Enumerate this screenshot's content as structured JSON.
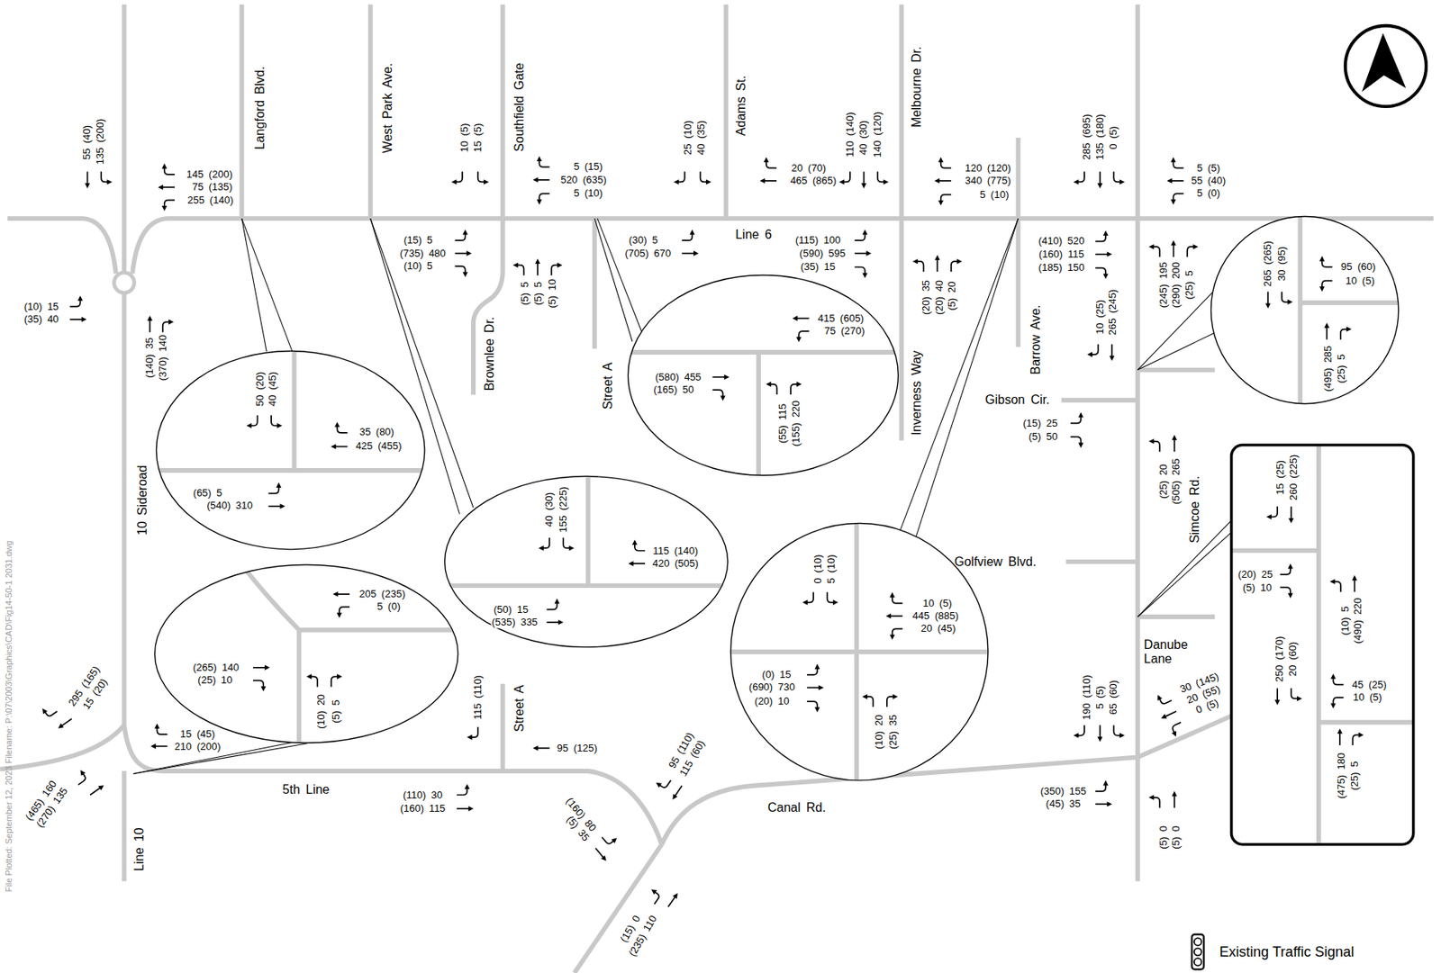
{
  "diagram": {
    "nodes": [
      {
        "text": [
          "50 (20)",
          "40 (45)",
          "35 (80)",
          "425 (455)",
          "(65) 5",
          "(540) 310"
        ]
      },
      {
        "text": [
          "40 (30)",
          "155 (225)",
          "115 (140)",
          "420 (505)",
          "(50) 15",
          "(535) 335"
        ]
      },
      {
        "text": [
          "415 (605)",
          "75 (270)",
          "(580) 455",
          "(165) 50",
          "(55) 115",
          "(155) 220"
        ]
      },
      {
        "text": [
          "0 (10)",
          "5 (10)",
          "10 (5)",
          "445 (885)",
          "20 (45)",
          "(0) 15",
          "(690) 730",
          "(20) 10",
          "(10) 20",
          "(25) 35"
        ]
      },
      {
        "text": [
          "265 (265)",
          "30 (95)",
          "95 (60)",
          "10 (5)",
          "(495) 285",
          "(25) 5"
        ]
      },
      {
        "text": [
          "15 (25)",
          "260 (225)",
          "(20) 25",
          "(5) 10",
          "(10) 5",
          "(490) 220",
          "250 (170)",
          "20 (60)",
          "45 (25)",
          "10 (5)",
          "(475) 180",
          "(25) 5"
        ]
      },
      {
        "text": [
          "205 (235)",
          "5 (0)",
          "(265) 140",
          "(25) 10",
          "(10) 20",
          "(5) 5"
        ]
      }
    ],
    "labels": [
      "55 (40)",
      "135 (200)",
      "145 (200)",
      "75 (135)",
      "255 (140)",
      "(10) 15",
      "(35) 40",
      "(140) 35",
      "(370) 140",
      "Langford Blvd.",
      "West Park Ave.",
      "10 (5)",
      "15 (5)",
      "Southfield Gate",
      "5 (15)",
      "520 (635)",
      "5 (10)",
      "(15) 5",
      "(735) 480",
      "(10) 5",
      "Brownlee Dr.",
      "(5) 5",
      "(5) 5",
      "(5) 10",
      "Street A",
      "(30) 5",
      "(705) 670",
      "Line 6",
      "25 (10)",
      "40 (35)",
      "Adams St.",
      "20 (70)",
      "465 (865)",
      "110 (140)",
      "40 (30)",
      "140 (120)",
      "Melbourne Dr.",
      "(115) 100",
      "(590) 595",
      "(35) 15",
      "120 (120)",
      "340 (775)",
      "5 (10)",
      "(20) 35",
      "(20) 40",
      "(5) 20",
      "Inverness Way",
      "285 (695)",
      "135 (180)",
      "0 (5)",
      "(410) 520",
      "(160) 115",
      "(185) 150",
      "Barrow Ave.",
      "5 (5)",
      "55 (40)",
      "5 (0)",
      "(245) 195",
      "(290) 200",
      "(25) 5",
      "10 (25)",
      "265 (245)",
      "Gibson Cir.",
      "(15) 25",
      "(5) 50",
      "(25) 20",
      "(505) 265",
      "Simcoe Rd.",
      "Golfview Blvd.",
      "Danube Lane",
      "190 (110)",
      "5 (5)",
      "65 (60)",
      "30 (145)",
      "20 (55)",
      "0 (5)",
      "(350) 155",
      "(45) 35",
      "(5) 0",
      "(5) 0",
      "Canal Rd.",
      "95 (110)",
      "115 (60)",
      "(160) 80",
      "(5) 35",
      "(15) 0",
      "(235) 110",
      "115 (110)",
      "Street A",
      "95 (125)",
      "(110) 30",
      "(160) 115",
      "5th Line",
      "15 (45)",
      "210 (200)",
      "295 (165)",
      "15 (20)",
      "(465) 160",
      "(270) 135",
      "Line 10",
      "10 Sideroad",
      "File Plotted: September 12, 2023 Filename: P:\\07\\2003\\Graphics\\CAD\\Fig14-50-1 2031.dwg"
    ],
    "legend": [
      {
        "text": "Existing Traffic Signal"
      }
    ]
  }
}
